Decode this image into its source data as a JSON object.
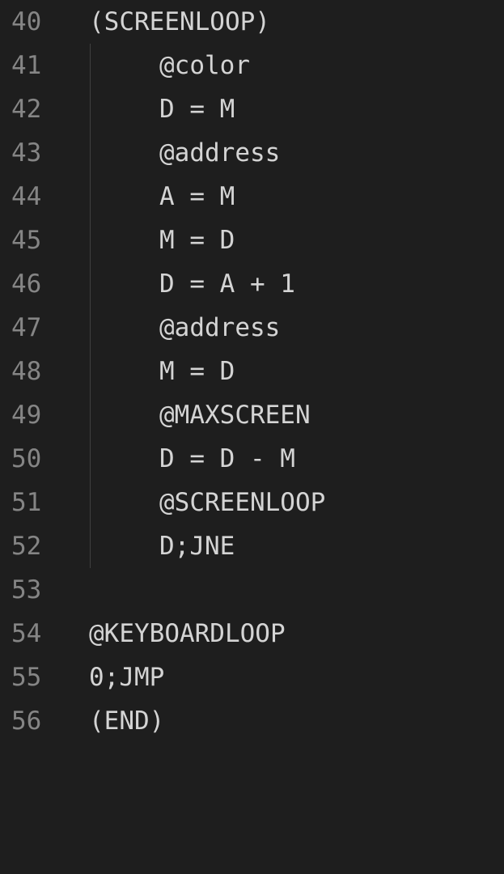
{
  "editor": {
    "lines": [
      {
        "num": "40",
        "code": "(SCREENLOOP)"
      },
      {
        "num": "41",
        "code": "@color"
      },
      {
        "num": "42",
        "code": "D = M"
      },
      {
        "num": "43",
        "code": "@address"
      },
      {
        "num": "44",
        "code": "A = M"
      },
      {
        "num": "45",
        "code": "M = D"
      },
      {
        "num": "46",
        "code": "D = A + 1"
      },
      {
        "num": "47",
        "code": "@address"
      },
      {
        "num": "48",
        "code": "M = D"
      },
      {
        "num": "49",
        "code": "@MAXSCREEN"
      },
      {
        "num": "50",
        "code": "D = D - M"
      },
      {
        "num": "51",
        "code": "@SCREENLOOP"
      },
      {
        "num": "52",
        "code": "D;JNE"
      },
      {
        "num": "53",
        "code": ""
      },
      {
        "num": "54",
        "code": "@KEYBOARDLOOP"
      },
      {
        "num": "55",
        "code": "0;JMP"
      },
      {
        "num": "56",
        "code": "(END)"
      }
    ]
  },
  "colors": {
    "background": "#1e1e1e",
    "line_number": "#858585",
    "code_text": "#d4d4d4",
    "indent_guide": "#404040"
  }
}
